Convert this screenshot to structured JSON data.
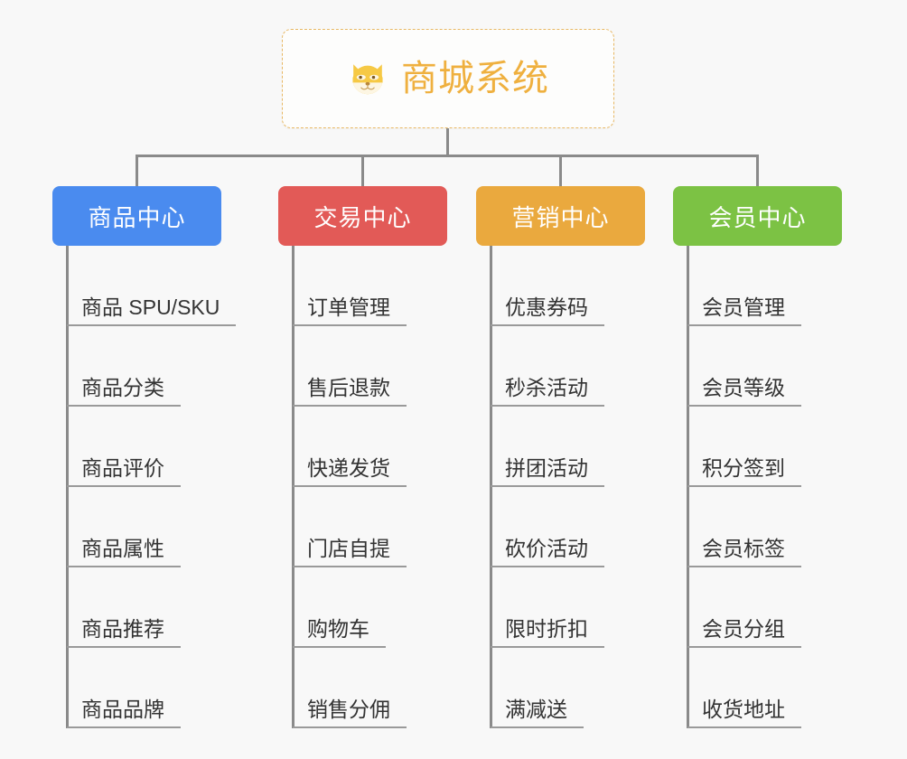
{
  "canvas": {
    "background": "#f8f8f8",
    "connector_color": "#8a8a8a"
  },
  "root": {
    "title": "商城系统",
    "icon": "shiba-dog-face-icon",
    "text_color": "#efb03f",
    "border_color": "#e8b863",
    "background": "#fdfdfc"
  },
  "branches": [
    {
      "id": "product",
      "label": "商品中心",
      "color": "#4a8bef",
      "items": [
        "商品 SPU/SKU",
        "商品分类",
        "商品评价",
        "商品属性",
        "商品推荐",
        "商品品牌"
      ]
    },
    {
      "id": "trade",
      "label": "交易中心",
      "color": "#e25a57",
      "items": [
        "订单管理",
        "售后退款",
        "快递发货",
        "门店自提",
        "购物车",
        "销售分佣"
      ]
    },
    {
      "id": "marketing",
      "label": "营销中心",
      "color": "#eaa93e",
      "items": [
        "优惠券码",
        "秒杀活动",
        "拼团活动",
        "砍价活动",
        "限时折扣",
        "满减送"
      ]
    },
    {
      "id": "member",
      "label": "会员中心",
      "color": "#7cc244",
      "items": [
        "会员管理",
        "会员等级",
        "积分签到",
        "会员标签",
        "会员分组",
        "收货地址"
      ]
    }
  ]
}
